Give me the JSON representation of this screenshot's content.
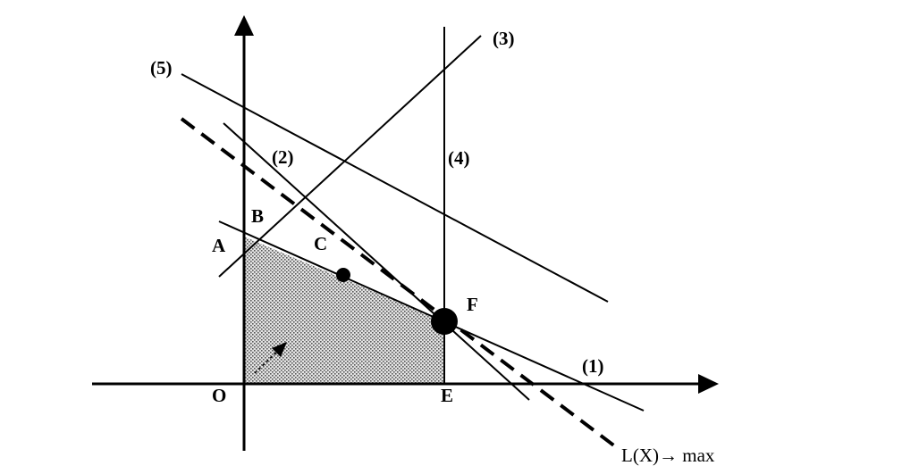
{
  "labels": {
    "A": "A",
    "B": "B",
    "C": "C",
    "F": "F",
    "O": "O",
    "E": "E",
    "c1": "(1)",
    "c2": "(2)",
    "c3": "(3)",
    "c4": "(4)",
    "c5": "(5)",
    "objective": "L(X)→ max"
  },
  "colors": {
    "ink": "#000000",
    "region_fill": "#d6d6d6",
    "background": "#ffffff"
  }
}
